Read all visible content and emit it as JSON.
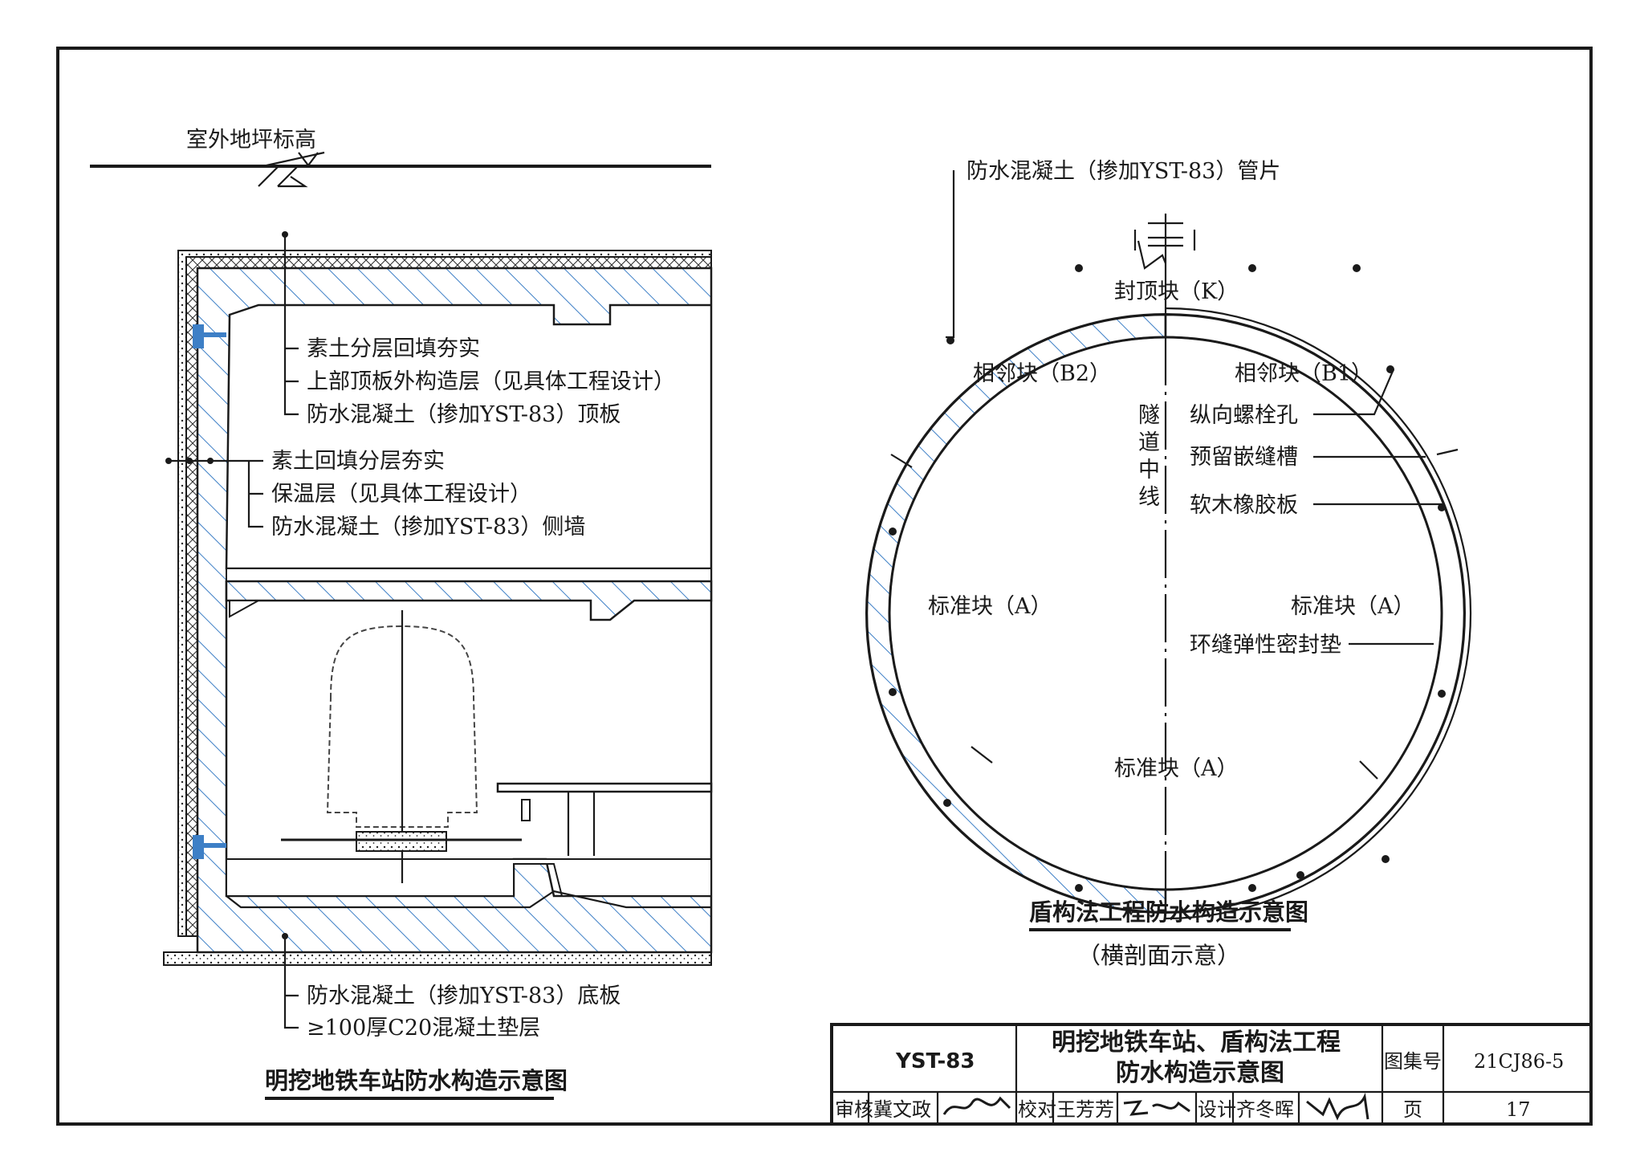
{
  "left_diagram": {
    "ground_label": "室外地坪标高",
    "roof_callouts": [
      "素土分层回填夯实",
      "上部顶板外构造层（见具体工程设计）",
      "防水混凝土（掺加YST-83）顶板"
    ],
    "wall_callouts": [
      "素土回填分层夯实",
      "保温层（见具体工程设计）",
      "防水混凝土（掺加YST-83）侧墙"
    ],
    "base_callouts": [
      "防水混凝土（掺加YST-83）底板",
      "≥100厚C20混凝土垫层"
    ],
    "title": "明挖地铁车站防水构造示意图"
  },
  "right_diagram": {
    "segment_label": "防水混凝土（掺加YST-83）管片",
    "key_block": "封顶块（K）",
    "adjacent_b2": "相邻块（B2）",
    "adjacent_b1": "相邻块（B1）",
    "centerline": [
      "隧",
      "道",
      "中",
      "线"
    ],
    "bolt_hole": "纵向螺栓孔",
    "reserved_groove": "预留嵌缝槽",
    "cork_rubber": "软木橡胶板",
    "standard_left": "标准块（A）",
    "standard_right": "标准块（A）",
    "standard_bottom": "标准块（A）",
    "gasket": "环缝弹性密封垫",
    "title": "盾构法工程防水构造示意图",
    "subtitle": "（横剖面示意）"
  },
  "title_block": {
    "product": "YST-83",
    "drawing_title_line1": "明挖地铁车站、盾构法工程",
    "drawing_title_line2": "防水构造示意图",
    "atlas_label": "图集号",
    "atlas_number": "21CJ86-5",
    "review_label": "审核",
    "reviewer": "冀文政",
    "check_label": "校对",
    "checker": "王芳芳",
    "design_label": "设计",
    "designer": "齐冬晖",
    "page_label": "页",
    "page_number": "17"
  }
}
